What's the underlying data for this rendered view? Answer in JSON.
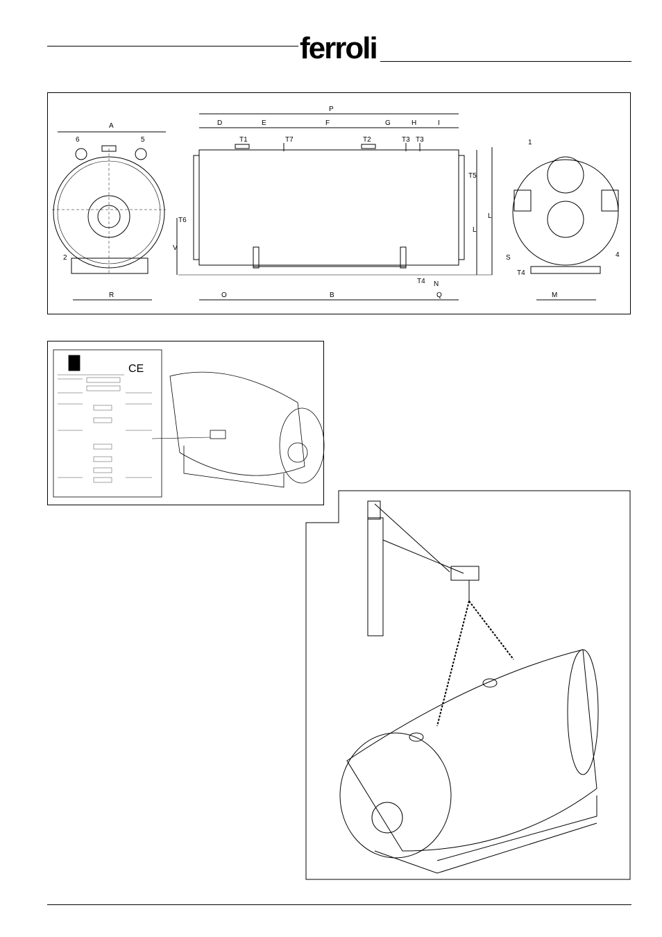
{
  "header": {
    "brand": "ferroli"
  },
  "drawing": {
    "dims_top": [
      "P",
      "D",
      "E",
      "F",
      "G",
      "H",
      "I",
      "A"
    ],
    "dims_bottom": [
      "O",
      "B",
      "Q",
      "R",
      "M",
      "N"
    ],
    "dims_side": [
      "V",
      "L",
      "L",
      "S"
    ],
    "callouts": [
      "1",
      "2",
      "4",
      "5",
      "6"
    ],
    "connections": [
      "T1",
      "T7",
      "T2",
      "T3",
      "T3",
      "T5",
      "T6",
      "T4",
      "T4"
    ]
  },
  "plate": {
    "mark": "CE"
  }
}
